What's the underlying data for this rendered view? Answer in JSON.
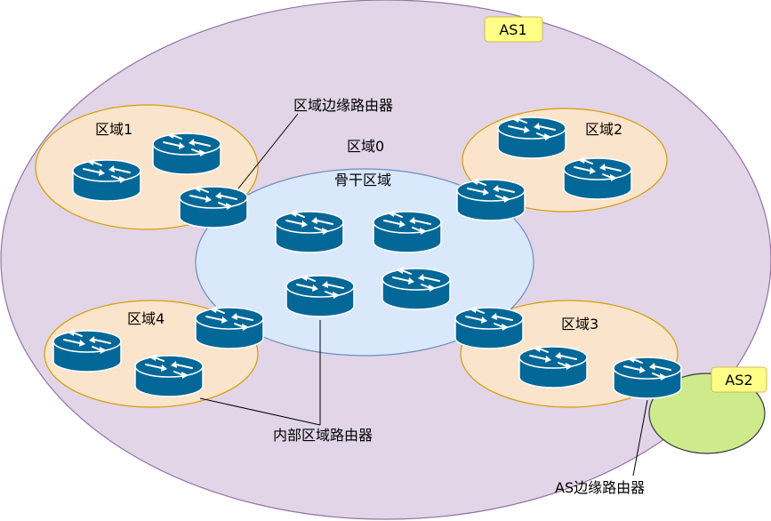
{
  "labels": {
    "as1": "AS1",
    "as2": "AS2",
    "area0": "区域0",
    "backbone": "骨干区域",
    "area1": "区域1",
    "area2": "区域2",
    "area3": "区域3",
    "area4": "区域4",
    "area_border_router": "区域边缘路由器",
    "internal_router": "内部区域路由器",
    "as_border_router": "AS边缘路由器"
  },
  "colors": {
    "as1_fill": "#e1d5e7",
    "as1_stroke": "#9673a6",
    "area_fill": "#fbe4cc",
    "area_stroke": "#d79b00",
    "area0_fill": "#dae8fc",
    "area0_stroke": "#6c8ebf",
    "as2_fill": "#cdeb8b",
    "as2_stroke": "#36393d",
    "tag_fill": "#ffff88",
    "tag_stroke": "#d6b656",
    "router_fill": "#036897",
    "router_arrow": "#ffffff"
  },
  "icons": {
    "router": "router-icon"
  }
}
